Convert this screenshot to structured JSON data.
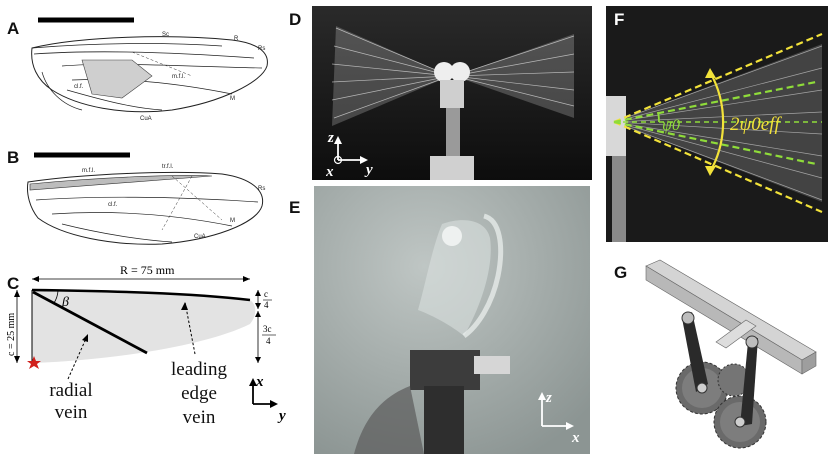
{
  "panels": {
    "a": {
      "label": "A",
      "veins": {
        "sc": "Sc",
        "r": "R",
        "rs": "Rs",
        "mfl": "m.f.l.",
        "clf": "cl.f.",
        "m": "M",
        "cua": "CuA"
      }
    },
    "b": {
      "label": "B",
      "veins": {
        "mfl": "m.f.l.",
        "trfl": "tr.f.l.",
        "rs": "Rs",
        "clf": "cl.f.",
        "m": "M",
        "cua": "CuA"
      }
    },
    "c": {
      "label": "C",
      "span": "R = 75  mm",
      "chord": "c = 25  mm",
      "angle": "β",
      "quarter_top": "c",
      "quarter_bottom": "4",
      "three_top": "3c",
      "three_bottom": "4",
      "radial_line1": "radial",
      "radial_line2": "vein",
      "leading_line1": "leading",
      "leading_line2": "edge",
      "leading_line3": "vein",
      "axis_x": "x",
      "axis_y": "y"
    },
    "d": {
      "label": "D",
      "axis_z": "z",
      "axis_x": "x",
      "axis_y": "y"
    },
    "e": {
      "label": "E",
      "axis_z": "z",
      "axis_x": "x"
    },
    "f": {
      "label": "F",
      "psi0": "ψ0",
      "psi0eff": "2ψ0eff"
    },
    "g": {
      "label": "G"
    }
  },
  "colors": {
    "yellow": "#f2e23a",
    "green": "#8fdc3a",
    "wing_fill": "#e3e3e3",
    "star": "#d0201c"
  }
}
